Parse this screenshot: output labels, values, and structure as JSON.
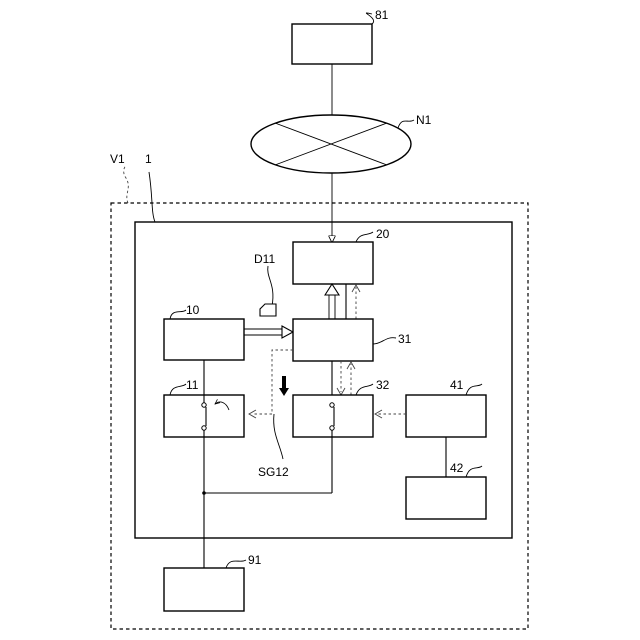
{
  "labels": {
    "server": "81",
    "network": "N1",
    "vehicle": "V1",
    "system": "1",
    "controller": "20",
    "data": "D11",
    "unit10": "10",
    "unit31": "31",
    "switch11": "11",
    "switch32": "32",
    "unit41": "41",
    "unit42": "42",
    "battery": "91",
    "signal": "SG12"
  }
}
